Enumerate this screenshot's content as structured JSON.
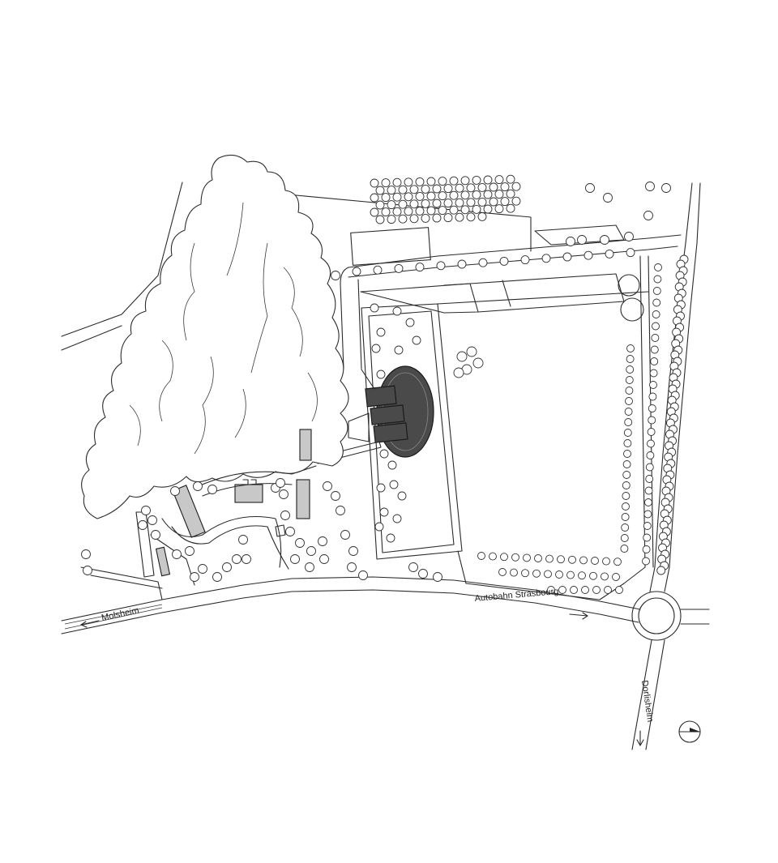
{
  "labels": {
    "west": "Molsheim",
    "east": "Autobahn Strasbourg",
    "south": "Dorlisheim"
  },
  "icons": {
    "north_arrow": "north-arrow-icon",
    "direction_arrow": "arrow-icon"
  },
  "colors": {
    "line": "#2a2a2a",
    "building_fill": "#c8c8c8",
    "pavilion_fill": "#4a4a4a",
    "background": "#ffffff"
  }
}
